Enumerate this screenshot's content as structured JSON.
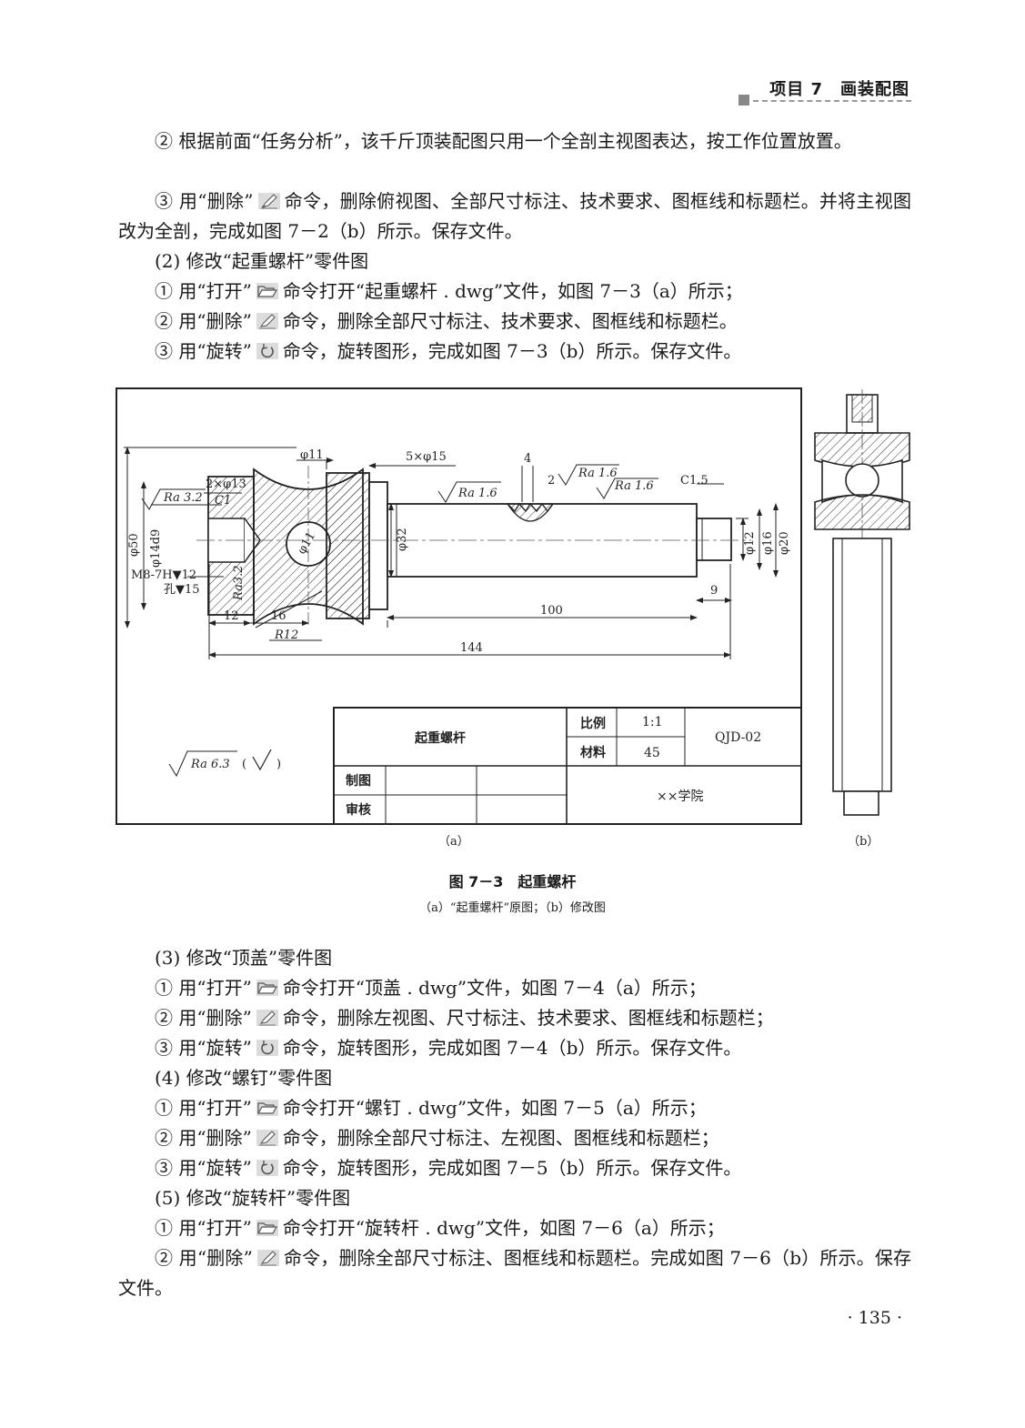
{
  "header": {
    "title": "项目 7　画装配图"
  },
  "paragraphs_top": [
    "② 根据前面“任务分析”，该千斤顶装配图只用一个全剖主视图表达，按工作位置放置。",
    [
      "③ 用“删除”",
      "命令，删除俯视图、全部尺寸标注、技术要求、图框线和标题栏。并将主视图改为全剖，完成如图 7－2（b）所示。保存文件。"
    ],
    "(2) 修改“起重螺杆”零件图",
    [
      "① 用“打开”",
      "命令打开“起重螺杆 . dwg”文件，如图 7－3（a）所示；"
    ],
    [
      "② 用“删除”",
      "命令，删除全部尺寸标注、技术要求、图框线和标题栏。"
    ],
    [
      "③ 用“旋转”",
      "命令，旋转图形，完成如图 7－3（b）所示。保存文件。"
    ]
  ],
  "icons": {
    "delete": "eraser-icon",
    "open": "folder-open-icon",
    "rotate": "rotate-icon"
  },
  "figure": {
    "dims": {
      "d11_top": "φ11",
      "five_x_d15": "5×φ15",
      "four": "4",
      "two": "2",
      "ra16_a": "Ra 1.6",
      "ra16_b": "Ra 1.6",
      "ra16_c": "Ra 1.6",
      "c15": "C1.5",
      "two_x_d13": "2×φ13",
      "c1": "C1",
      "ra32": "Ra 3.2",
      "ra32_v": "Ra3.2",
      "d50": "φ50",
      "d14d9": "φ14d9",
      "m8": "M8-7H▼12",
      "hole15": "孔▼15",
      "d11_circle": "φ11",
      "d32": "φ32",
      "d12": "φ12",
      "d16": "φ16",
      "d20": "φ20",
      "nine": "9",
      "hundred": "100",
      "twelve": "12",
      "sixteen": "16",
      "r12": "R12",
      "l144": "144",
      "roughness": "Ra 6.3",
      "paren_open": "(",
      "paren_close": ")"
    },
    "title_block": {
      "part_name": "起重螺杆",
      "scale_label": "比例",
      "scale_value": "1:1",
      "material_label": "材料",
      "material_value": "45",
      "code": "QJD-02",
      "drawn_label": "制图",
      "checked_label": "审核",
      "school": "××学院"
    },
    "label_a": "（a）",
    "label_b": "（b）"
  },
  "caption": {
    "main": "图 7－3　起重螺杆",
    "sub": "（a）“起重螺杆”原图；（b）修改图"
  },
  "paragraphs_bottom": [
    "(3) 修改“顶盖”零件图",
    [
      "① 用“打开”",
      "命令打开“顶盖 . dwg”文件，如图 7－4（a）所示；"
    ],
    [
      "② 用“删除”",
      "命令，删除左视图、尺寸标注、技术要求、图框线和标题栏；"
    ],
    [
      "③ 用“旋转”",
      "命令，旋转图形，完成如图 7－4（b）所示。保存文件。"
    ],
    "(4) 修改“螺钉”零件图",
    [
      "① 用“打开”",
      "命令打开“螺钉 . dwg”文件，如图 7－5（a）所示；"
    ],
    [
      "② 用“删除”",
      "命令，删除全部尺寸标注、左视图、图框线和标题栏；"
    ],
    [
      "③ 用“旋转”",
      "命令，旋转图形，完成如图 7－5（b）所示。保存文件。"
    ],
    "(5) 修改“旋转杆”零件图",
    [
      "① 用“打开”",
      "命令打开“旋转杆 . dwg”文件，如图 7－6（a）所示；"
    ],
    [
      "② 用“删除”",
      "命令，删除全部尺寸标注、图框线和标题栏。完成如图 7－6（b）所示。保存文件。"
    ]
  ],
  "page_number": "· 135 ·"
}
